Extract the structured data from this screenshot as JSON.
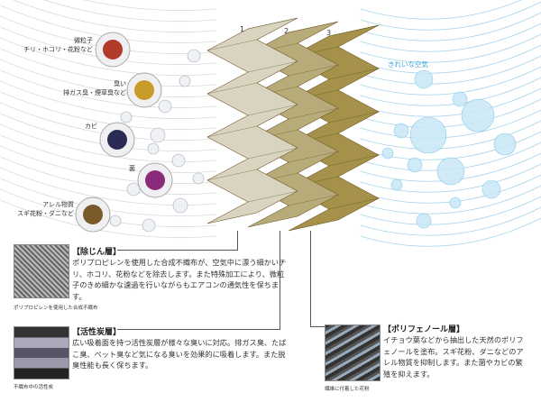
{
  "pollutants": [
    {
      "name": "微粒子",
      "examples": "チリ・ホコリ・花粉など",
      "icon": "dust-particle-icon"
    },
    {
      "name": "臭い",
      "examples": "排ガス臭・煙草臭など",
      "icon": "odor-icon"
    },
    {
      "name": "カビ",
      "examples": "",
      "icon": "mold-icon"
    },
    {
      "name": "菌",
      "examples": "",
      "icon": "bacteria-icon"
    },
    {
      "name": "アレル物質",
      "examples": "スギ花粉・ダニなど",
      "icon": "allergen-icon"
    }
  ],
  "layer_numbers": [
    "1",
    "2",
    "3"
  ],
  "clean_air_label": "きれいな空気",
  "colors": {
    "clean_air": "#3aa6d8",
    "layer1": "#d9d4c0",
    "layer2": "#b8ab7a",
    "layer3": "#a6914a"
  },
  "layers": [
    {
      "title": "【除じん層】",
      "text": "ポリプロピレンを使用した合成不織布が、空気中に漂う細かいチリ、ホコリ、花粉などを除去します。また特殊加工により、微粒子のきめ細かな濾過を行いながらもエアコンの通気性を保ちます。",
      "caption": "ポリプロピレンを使用した合成不織布"
    },
    {
      "title": "【活性炭層】",
      "text": "広い吸着面を持つ活性炭層が様々な臭いに対応。排ガス臭、たばこ臭、ペット臭など気になる臭いを効果的に吸着します。また脱臭性能も長く保ちます。",
      "caption": "不織布中の活性炭"
    },
    {
      "title": "【ポリフェノール層】",
      "text": "イチョウ葉などから抽出した天然のポリフェノールを塗布。スギ花粉、ダニなどのアレル物質を抑制します。また菌やカビの繁殖を抑えます。",
      "caption": "繊維に付着した花粉"
    }
  ]
}
